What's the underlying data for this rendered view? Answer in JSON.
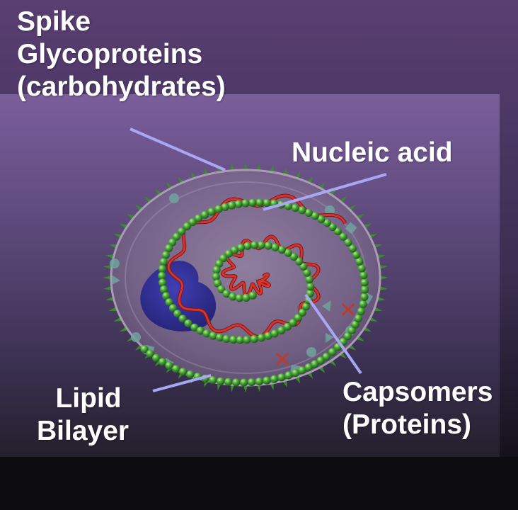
{
  "labels": {
    "spike": [
      "Spike",
      "Glycoproteins",
      "(carbohydrates)"
    ],
    "nucleic": "Nucleic acid",
    "lipid": [
      "Lipid",
      "Bilayer"
    ],
    "capsomers": [
      "Capsomers",
      "(Proteins)"
    ]
  },
  "colors": {
    "pointer_line": "#a9a6f4",
    "envelope": "#8a7596",
    "capsomer": "#3f9a32",
    "nucleic_acid": "#d8322c",
    "core": "#2a2a9a",
    "spike": "#3c8a2c"
  }
}
